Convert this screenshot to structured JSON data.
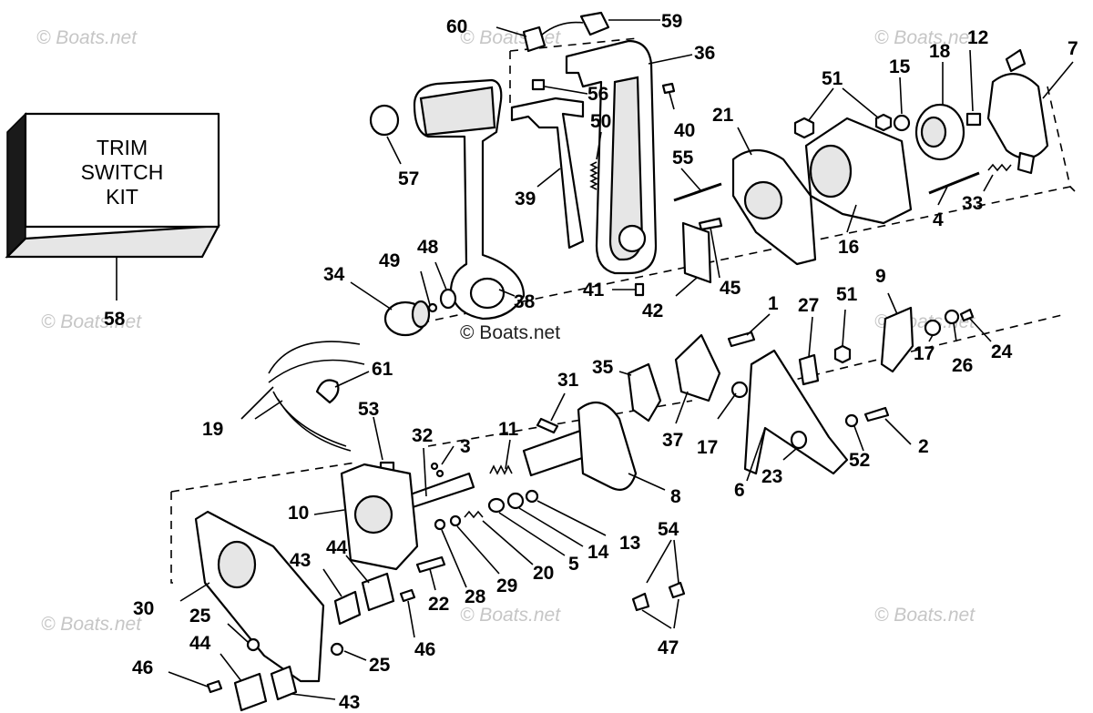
{
  "watermark": "© Boats.net",
  "kit_box": {
    "lines": [
      "TRIM",
      "SWITCH",
      "KIT"
    ]
  },
  "callouts": [
    {
      "id": "c60",
      "text": "60"
    },
    {
      "id": "c59",
      "text": "59"
    },
    {
      "id": "c36",
      "text": "36"
    },
    {
      "id": "c56",
      "text": "56"
    },
    {
      "id": "c50",
      "text": "50"
    },
    {
      "id": "c40",
      "text": "40"
    },
    {
      "id": "c21",
      "text": "21"
    },
    {
      "id": "c55",
      "text": "55"
    },
    {
      "id": "c51a",
      "text": "51"
    },
    {
      "id": "c15",
      "text": "15"
    },
    {
      "id": "c18",
      "text": "18"
    },
    {
      "id": "c12",
      "text": "12"
    },
    {
      "id": "c7",
      "text": "7"
    },
    {
      "id": "c57",
      "text": "57"
    },
    {
      "id": "c39",
      "text": "39"
    },
    {
      "id": "c16",
      "text": "16"
    },
    {
      "id": "c4",
      "text": "4"
    },
    {
      "id": "c33",
      "text": "33"
    },
    {
      "id": "c34",
      "text": "34"
    },
    {
      "id": "c49",
      "text": "49"
    },
    {
      "id": "c48",
      "text": "48"
    },
    {
      "id": "c38",
      "text": "38"
    },
    {
      "id": "c41",
      "text": "41"
    },
    {
      "id": "c42",
      "text": "42"
    },
    {
      "id": "c45",
      "text": "45"
    },
    {
      "id": "c58",
      "text": "58"
    },
    {
      "id": "c1",
      "text": "1"
    },
    {
      "id": "c27",
      "text": "27"
    },
    {
      "id": "c51b",
      "text": "51"
    },
    {
      "id": "c9",
      "text": "9"
    },
    {
      "id": "c17a",
      "text": "17"
    },
    {
      "id": "c26",
      "text": "26"
    },
    {
      "id": "c24",
      "text": "24"
    },
    {
      "id": "c61",
      "text": "61"
    },
    {
      "id": "c19",
      "text": "19"
    },
    {
      "id": "c53",
      "text": "53"
    },
    {
      "id": "c31",
      "text": "31"
    },
    {
      "id": "c35",
      "text": "35"
    },
    {
      "id": "c37",
      "text": "37"
    },
    {
      "id": "c17b",
      "text": "17"
    },
    {
      "id": "c2",
      "text": "2"
    },
    {
      "id": "c52",
      "text": "52"
    },
    {
      "id": "c32",
      "text": "32"
    },
    {
      "id": "c3",
      "text": "3"
    },
    {
      "id": "c11",
      "text": "11"
    },
    {
      "id": "c6",
      "text": "6"
    },
    {
      "id": "c23",
      "text": "23"
    },
    {
      "id": "c8",
      "text": "8"
    },
    {
      "id": "c10",
      "text": "10"
    },
    {
      "id": "c13",
      "text": "13"
    },
    {
      "id": "c14",
      "text": "14"
    },
    {
      "id": "c5",
      "text": "5"
    },
    {
      "id": "c20",
      "text": "20"
    },
    {
      "id": "c29",
      "text": "29"
    },
    {
      "id": "c28",
      "text": "28"
    },
    {
      "id": "c22",
      "text": "22"
    },
    {
      "id": "c54",
      "text": "54"
    },
    {
      "id": "c47",
      "text": "47"
    },
    {
      "id": "c43a",
      "text": "43"
    },
    {
      "id": "c44a",
      "text": "44"
    },
    {
      "id": "c30",
      "text": "30"
    },
    {
      "id": "c25a",
      "text": "25"
    },
    {
      "id": "c44b",
      "text": "44"
    },
    {
      "id": "c25b",
      "text": "25"
    },
    {
      "id": "c46a",
      "text": "46"
    },
    {
      "id": "c46b",
      "text": "46"
    },
    {
      "id": "c43b",
      "text": "43"
    }
  ]
}
